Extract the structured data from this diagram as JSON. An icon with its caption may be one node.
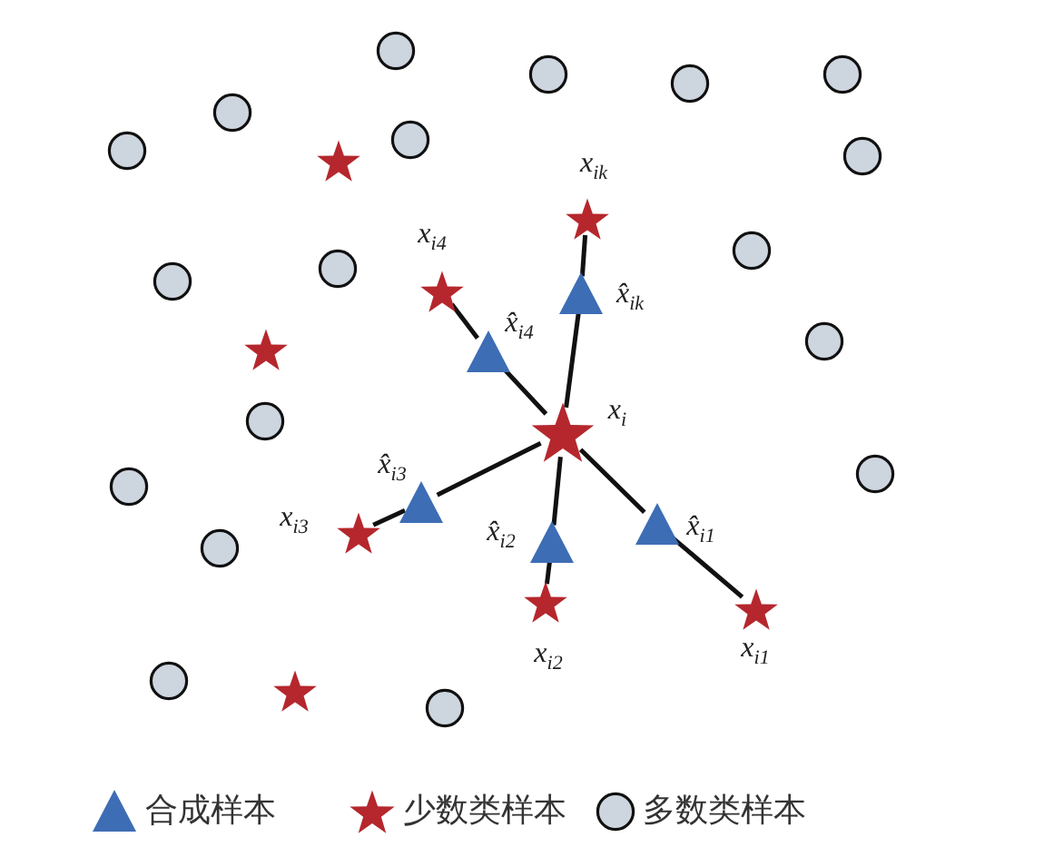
{
  "diagram": {
    "nodes": [
      {
        "text": [],
        "shape": "star",
        "beside": [
          "x$_{i}$"
        ]
      },
      {
        "text": [],
        "shape": "star",
        "beside": [
          "x$_{ik}$"
        ]
      },
      {
        "text": [],
        "shape": "triangle",
        "beside": [
          "x̂$_{ik}$"
        ]
      },
      {
        "text": [],
        "shape": "star",
        "beside": [
          "x$_{i4}$"
        ]
      },
      {
        "text": [],
        "shape": "triangle",
        "beside": [
          "x̂$_{i4}$"
        ]
      },
      {
        "text": [],
        "shape": "triangle",
        "beside": [
          "x̂$_{i3}$"
        ]
      },
      {
        "text": [],
        "shape": "star",
        "beside": [
          "x$_{i3}$"
        ]
      },
      {
        "text": [],
        "shape": "triangle",
        "beside": [
          "x̂$_{i2}$"
        ]
      },
      {
        "text": [],
        "shape": "star",
        "beside": [
          "x$_{i2}$"
        ]
      },
      {
        "text": [],
        "shape": "triangle",
        "beside": [
          "x̂$_{i1}$"
        ]
      },
      {
        "text": [],
        "shape": "star",
        "beside": [
          "x$_{i1}$"
        ]
      },
      {
        "text": [],
        "shape": "star"
      },
      {
        "text": [],
        "shape": "star"
      },
      {
        "text": [],
        "shape": "star"
      },
      {
        "text": [],
        "shape": "circle"
      },
      {
        "text": [],
        "shape": "circle"
      },
      {
        "text": [],
        "shape": "circle"
      },
      {
        "text": [],
        "shape": "circle"
      },
      {
        "text": [],
        "shape": "circle"
      },
      {
        "text": [],
        "shape": "circle"
      },
      {
        "text": [],
        "shape": "circle"
      },
      {
        "text": [],
        "shape": "circle"
      },
      {
        "text": [],
        "shape": "circle"
      },
      {
        "text": [],
        "shape": "circle"
      },
      {
        "text": [],
        "shape": "circle"
      },
      {
        "text": [],
        "shape": "circle"
      },
      {
        "text": [],
        "shape": "circle"
      },
      {
        "text": [],
        "shape": "circle"
      },
      {
        "text": [],
        "shape": "circle"
      },
      {
        "text": [],
        "shape": "circle"
      },
      {
        "text": [],
        "shape": "circle"
      },
      {
        "text": [],
        "shape": "circle"
      }
    ],
    "edges": [
      {
        "from": 0,
        "to": 2,
        "arrow": "none"
      },
      {
        "from": 2,
        "to": 1,
        "arrow": "none"
      },
      {
        "from": 0,
        "to": 4,
        "arrow": "none"
      },
      {
        "from": 4,
        "to": 3,
        "arrow": "none"
      },
      {
        "from": 0,
        "to": 5,
        "arrow": "none"
      },
      {
        "from": 5,
        "to": 6,
        "arrow": "none"
      },
      {
        "from": 0,
        "to": 7,
        "arrow": "none"
      },
      {
        "from": 7,
        "to": 8,
        "arrow": "none"
      },
      {
        "from": 0,
        "to": 9,
        "arrow": "none"
      },
      {
        "from": 9,
        "to": 10,
        "arrow": "none"
      }
    ],
    "legend": [
      {
        "text": "合成样本"
      },
      {
        "text": "少数类样本"
      },
      {
        "text": "多数类样本"
      }
    ]
  }
}
